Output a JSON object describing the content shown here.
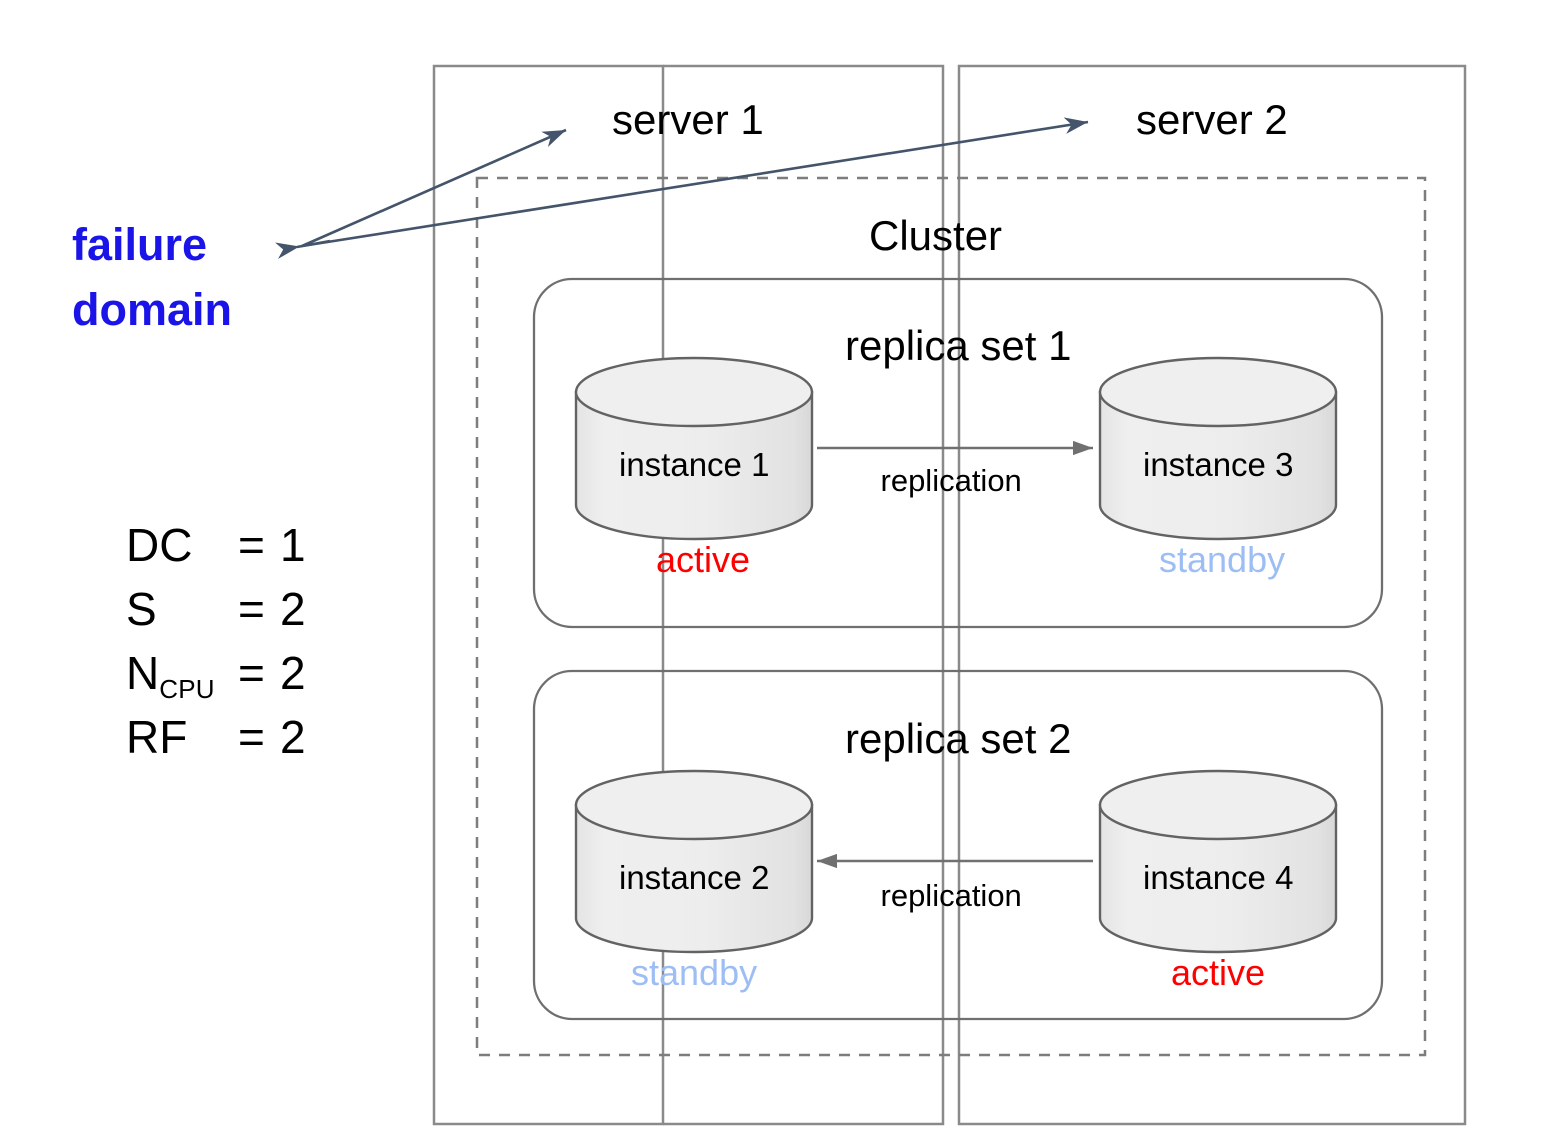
{
  "diagram": {
    "title_annotation": "failure\ndomain",
    "annotation_color": "#1a14e8",
    "parameters": [
      {
        "name": "DC",
        "subscript": "",
        "eq": "=",
        "value": "1"
      },
      {
        "name": "S",
        "subscript": "",
        "eq": "=",
        "value": "2"
      },
      {
        "name": "N",
        "subscript": "CPU",
        "eq": "=",
        "value": "2"
      },
      {
        "name": "RF",
        "subscript": "",
        "eq": "=",
        "value": "2"
      }
    ],
    "servers": [
      {
        "label": "server 1"
      },
      {
        "label": "server 2"
      }
    ],
    "cluster": {
      "label": "Cluster"
    },
    "replica_sets": [
      {
        "label": "replica set 1",
        "replication_label": "replication",
        "replication_direction": "left-to-right",
        "nodes": [
          {
            "label": "instance 1",
            "state": "active",
            "state_color": "#ff0000"
          },
          {
            "label": "instance 3",
            "state": "standby",
            "state_color": "#9dbdf5"
          }
        ]
      },
      {
        "label": "replica set 2",
        "replication_label": "replication",
        "replication_direction": "right-to-left",
        "nodes": [
          {
            "label": "instance 2",
            "state": "standby",
            "state_color": "#9dbdf5"
          },
          {
            "label": "instance 4",
            "state": "active",
            "state_color": "#ff0000"
          }
        ]
      }
    ],
    "colors": {
      "cylinder_fill": "#ececec",
      "cylinder_stroke": "#595959",
      "box_stroke": "#808080",
      "arrow_stroke": "#44546a",
      "replication_arrow_stroke": "#808080"
    }
  }
}
